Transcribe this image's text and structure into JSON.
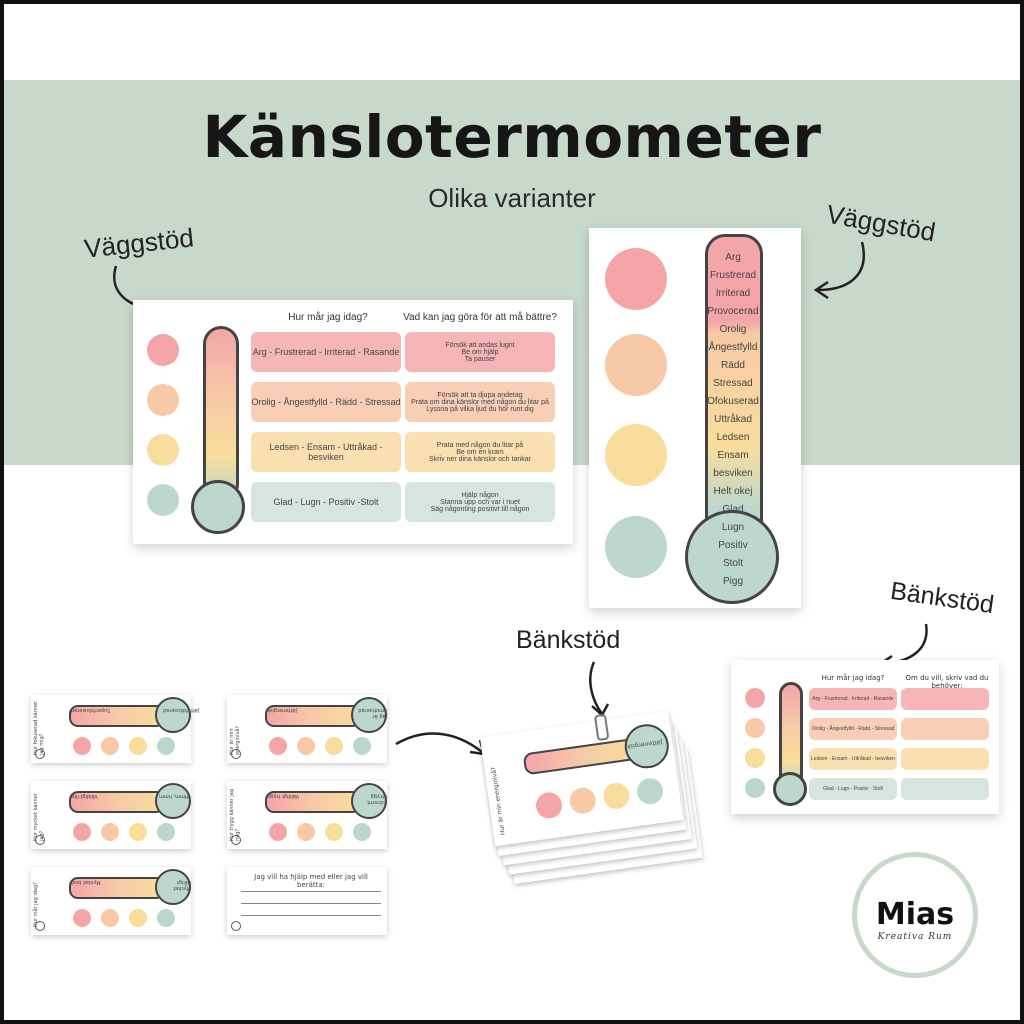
{
  "header": {
    "title": "Känslotermometer",
    "subtitle": "Olika varianter"
  },
  "callouts": {
    "wall_left": "Väggstöd",
    "wall_right": "Väggstöd",
    "bench_center": "Bänkstöd",
    "bench_right": "Bänkstöd"
  },
  "wall_card_landscape": {
    "col_headers": [
      "Hur mår jag idag?",
      "Vad kan jag göra för att må bättre?"
    ],
    "rows": [
      {
        "feelings": "Arg - Frustrerad - Irriterad - Rasande",
        "tips": [
          "Försök att andas lugnt",
          "Be om hjälp",
          "Ta pauser"
        ],
        "color": "#f6b6b7"
      },
      {
        "feelings": "Orolig - Ångestfylld - Rädd - Stressad",
        "tips": [
          "Försök att ta djupa andetag",
          "Prata om dina känslor med någon du litar på",
          "Lyssna på vilka ljud du hör runt dig"
        ],
        "color": "#f8cfb6"
      },
      {
        "feelings": "Ledsen - Ensam - Uttråkad - besviken",
        "tips": [
          "Prata med någon du litar på",
          "Be om en kram",
          "Skriv ner dina känslor och tankar"
        ],
        "color": "#fae0b0"
      },
      {
        "feelings": "Glad - Lugn - Positiv -Stolt",
        "tips": [
          "Hjälp någon",
          "Stanna upp och var i nuet",
          "Säg någonting positivt till någon"
        ],
        "color": "#d6e6de"
      }
    ]
  },
  "wall_card_portrait": {
    "scale": [
      "Arg",
      "Frustrerad",
      "Irriterad",
      "Provocerad",
      "Orolig",
      "Ångestfylld",
      "Rädd",
      "Stressad",
      "Ofokuserad",
      "Uttråkad",
      "Ledsen",
      "Ensam",
      "besviken",
      "Helt okej",
      "Glad",
      "Lugn",
      "Positiv",
      "Stolt",
      "Pigg"
    ]
  },
  "bench_card": {
    "col_headers": [
      "Hur mår jag idag?",
      "Om du vill, skriv vad du behöver:"
    ],
    "rows": [
      {
        "feelings": "Arg - Frustrerad - Irriterad - Rasande",
        "color": "#f6b6b7"
      },
      {
        "feelings": "Orolig - Ångestfylld - Rädd - Stressad",
        "color": "#f8cfb6"
      },
      {
        "feelings": "Ledsen - Ensam - Uttråkad - besviken",
        "color": "#fae0b0"
      },
      {
        "feelings": "Glad - Lugn - Positiv - Stolt",
        "color": "#d6e6de"
      }
    ]
  },
  "mini_cards": {
    "side_labels": [
      "Hur fokuserad känner jag mig?",
      "Hur är min energinivå?",
      "Hur mycket känner jag?",
      "Hur trygg känner jag mig?",
      "Hur mår jag idag?"
    ],
    "bar_labels": [
      "Superfokuserad",
      "Jättenergisk",
      "Väldigt lite",
      "Väldigt trygg",
      "Mycket bra!",
      "Jag är omotiverad",
      "Jättefokuserad",
      "Extremt otrygg",
      "Hmm, hmm",
      "Mycket dåligt"
    ],
    "note_card": "Jag vill ha hjälp med eller jag vill berätta:"
  },
  "stack_card": {
    "side_label": "Hur är min energinivå?",
    "bar_label": "Jättenergisk"
  },
  "logo": {
    "name": "Mias",
    "tagline": "Kreativa Rum"
  },
  "colors": {
    "band": "#c7d9cb",
    "red": "#f4a5a8",
    "orange": "#f7c9a6",
    "yellow": "#f9dd9c",
    "green": "#bcd8cc"
  }
}
